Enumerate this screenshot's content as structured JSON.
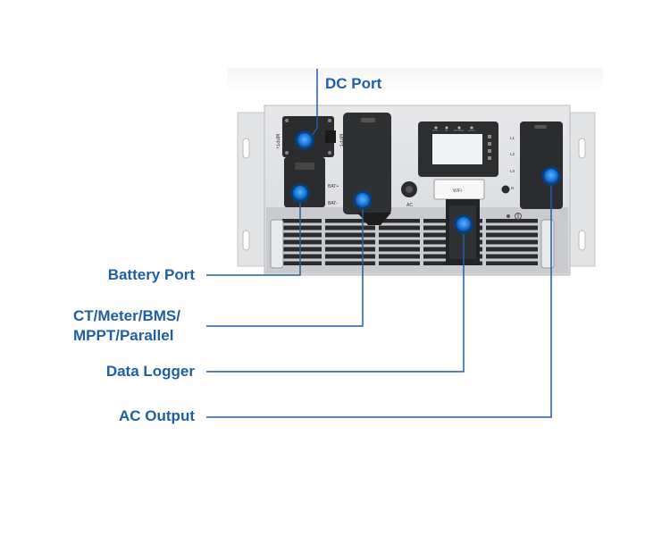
{
  "callouts": {
    "dc_port": "DC Port",
    "battery_port": "Battery Port",
    "ct_line1": "CT/Meter/BMS/",
    "ct_line2": "MPPT/Parallel",
    "data_logger": "Data Logger",
    "ac_output": "AC Output"
  },
  "device_labels": {
    "mppt_plus": "MPPT+",
    "mppt_minus": "MPPT-",
    "bat_plus": "BAT+",
    "bat_minus": "BAT-",
    "ac": "AC",
    "wifi": "WiFi",
    "l1": "L1",
    "l2": "L2",
    "l3": "L3",
    "n": "N",
    "led1": "RUN",
    "led2": "PV",
    "led3": "BATTERY",
    "led4": "FAULT"
  },
  "colors": {
    "callout_blue": "#1f5fa3",
    "marker_blue": "#1e7fe0"
  }
}
